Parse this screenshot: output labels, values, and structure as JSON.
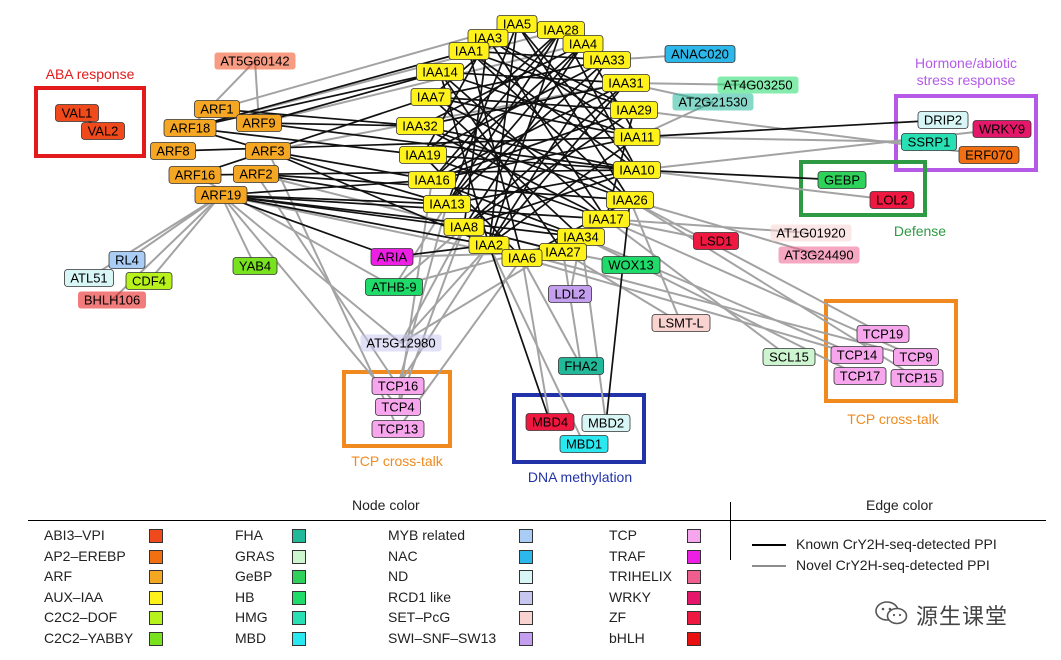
{
  "groups": [
    {
      "id": "aba",
      "label": "ABA response",
      "color": "#e31a1c"
    },
    {
      "id": "hormone",
      "label": "Hormone/abiotic\nstress response",
      "color": "#b55ae6"
    },
    {
      "id": "defense",
      "label": "Defense",
      "color": "#2e9a44"
    },
    {
      "id": "tcp_left",
      "label": "TCP cross-talk",
      "color": "#f08a1e"
    },
    {
      "id": "tcp_right",
      "label": "TCP cross-talk",
      "color": "#f08a1e"
    },
    {
      "id": "dna",
      "label": "DNA methylation",
      "color": "#2233aa"
    }
  ],
  "families": [
    {
      "key": "ABI3",
      "name": "ABI3–VPI",
      "color": "#f04a1c"
    },
    {
      "key": "AP2",
      "name": "AP2–EREBP",
      "color": "#f27012"
    },
    {
      "key": "ARF",
      "name": "ARF",
      "color": "#f5a623"
    },
    {
      "key": "AUX",
      "name": "AUX–IAA",
      "color": "#fff21a"
    },
    {
      "key": "DOF",
      "name": "C2C2–DOF",
      "color": "#b7f21c"
    },
    {
      "key": "YABBY",
      "name": "C2C2–YABBY",
      "color": "#78e21f"
    },
    {
      "key": "FHA",
      "name": "FHA",
      "color": "#22b89a"
    },
    {
      "key": "GRAS",
      "name": "GRAS",
      "color": "#cdf5cf"
    },
    {
      "key": "GeBP",
      "name": "GeBP",
      "color": "#2ed25a"
    },
    {
      "key": "HB",
      "name": "HB",
      "color": "#1fdc6a"
    },
    {
      "key": "HMG",
      "name": "HMG",
      "color": "#28e0b4"
    },
    {
      "key": "MBD",
      "name": "MBD",
      "color": "#2ae8f0"
    },
    {
      "key": "MYB",
      "name": "MYB related",
      "color": "#a9cdf5"
    },
    {
      "key": "NAC",
      "name": "NAC",
      "color": "#2cb8ea"
    },
    {
      "key": "ND",
      "name": "ND",
      "color": "#d9f6f6"
    },
    {
      "key": "RCD1",
      "name": "RCD1 like",
      "color": "#c7c6ee"
    },
    {
      "key": "SET",
      "name": "SET–PcG",
      "color": "#f8d3cf"
    },
    {
      "key": "SWI",
      "name": "SWI–SNF–SW13",
      "color": "#c49ff0"
    },
    {
      "key": "TCP",
      "name": "TCP",
      "color": "#f7a5ec"
    },
    {
      "key": "TRAF",
      "name": "TRAF",
      "color": "#ee1fe4"
    },
    {
      "key": "TRIHELIX",
      "name": "TRIHELIX",
      "color": "#ee5f90"
    },
    {
      "key": "WRKY",
      "name": "WRKY",
      "color": "#e5176b"
    },
    {
      "key": "ZF",
      "name": "ZF",
      "color": "#ef1840"
    },
    {
      "key": "bHLH",
      "name": "bHLH",
      "color": "#e8110f"
    }
  ],
  "nodes": [
    {
      "id": "IAA5",
      "fam": "AUX"
    },
    {
      "id": "IAA3",
      "fam": "AUX"
    },
    {
      "id": "IAA28",
      "fam": "AUX"
    },
    {
      "id": "IAA1",
      "fam": "AUX"
    },
    {
      "id": "IAA4",
      "fam": "AUX"
    },
    {
      "id": "IAA33",
      "fam": "AUX"
    },
    {
      "id": "IAA14",
      "fam": "AUX"
    },
    {
      "id": "IAA31",
      "fam": "AUX"
    },
    {
      "id": "IAA7",
      "fam": "AUX"
    },
    {
      "id": "IAA29",
      "fam": "AUX"
    },
    {
      "id": "IAA32",
      "fam": "AUX"
    },
    {
      "id": "IAA11",
      "fam": "AUX"
    },
    {
      "id": "IAA19",
      "fam": "AUX"
    },
    {
      "id": "IAA10",
      "fam": "AUX"
    },
    {
      "id": "IAA16",
      "fam": "AUX"
    },
    {
      "id": "IAA26",
      "fam": "AUX"
    },
    {
      "id": "IAA13",
      "fam": "AUX"
    },
    {
      "id": "IAA17",
      "fam": "AUX"
    },
    {
      "id": "IAA8",
      "fam": "AUX"
    },
    {
      "id": "IAA34",
      "fam": "AUX"
    },
    {
      "id": "IAA2",
      "fam": "AUX"
    },
    {
      "id": "IAA27",
      "fam": "AUX"
    },
    {
      "id": "IAA6",
      "fam": "AUX"
    },
    {
      "id": "ARF1",
      "fam": "ARF"
    },
    {
      "id": "ARF18",
      "fam": "ARF"
    },
    {
      "id": "ARF9",
      "fam": "ARF"
    },
    {
      "id": "ARF8",
      "fam": "ARF"
    },
    {
      "id": "ARF3",
      "fam": "ARF"
    },
    {
      "id": "ARF16",
      "fam": "ARF"
    },
    {
      "id": "ARF2",
      "fam": "ARF"
    },
    {
      "id": "ARF19",
      "fam": "ARF"
    },
    {
      "id": "VAL1",
      "fam": "ABI3"
    },
    {
      "id": "VAL2",
      "fam": "ABI3"
    },
    {
      "id": "AT5G60142",
      "fam": "ABI3"
    },
    {
      "id": "ANAC020",
      "fam": "NAC"
    },
    {
      "id": "AT4G03250",
      "fam": "HB"
    },
    {
      "id": "AT2G21530",
      "fam": "FHA"
    },
    {
      "id": "DRIP2",
      "fam": "ND"
    },
    {
      "id": "WRKY9",
      "fam": "WRKY"
    },
    {
      "id": "SSRP1",
      "fam": "HMG"
    },
    {
      "id": "ERF070",
      "fam": "AP2"
    },
    {
      "id": "GEBP",
      "fam": "GeBP"
    },
    {
      "id": "LOL2",
      "fam": "ZF"
    },
    {
      "id": "LSD1",
      "fam": "ZF"
    },
    {
      "id": "AT1G01920",
      "fam": "SET"
    },
    {
      "id": "AT3G24490",
      "fam": "TRIHELIX"
    },
    {
      "id": "WOX13",
      "fam": "HB"
    },
    {
      "id": "LDL2",
      "fam": "SWI"
    },
    {
      "id": "LSMT-L",
      "fam": "SET"
    },
    {
      "id": "RL4",
      "fam": "MYB"
    },
    {
      "id": "ATL51",
      "fam": "ND"
    },
    {
      "id": "CDF4",
      "fam": "DOF"
    },
    {
      "id": "BHLH106",
      "fam": "bHLH"
    },
    {
      "id": "YAB4",
      "fam": "YABBY"
    },
    {
      "id": "ARIA",
      "fam": "TRAF"
    },
    {
      "id": "ATHB-9",
      "fam": "HB"
    },
    {
      "id": "AT5G12980",
      "fam": "RCD1"
    },
    {
      "id": "TCP16",
      "fam": "TCP"
    },
    {
      "id": "TCP4",
      "fam": "TCP"
    },
    {
      "id": "TCP13",
      "fam": "TCP"
    },
    {
      "id": "FHA2",
      "fam": "FHA"
    },
    {
      "id": "MBD4",
      "fam": "ZF"
    },
    {
      "id": "MBD2",
      "fam": "ND"
    },
    {
      "id": "MBD1",
      "fam": "MBD"
    },
    {
      "id": "SCL15",
      "fam": "GRAS"
    },
    {
      "id": "TCP19",
      "fam": "TCP"
    },
    {
      "id": "TCP14",
      "fam": "TCP"
    },
    {
      "id": "TCP9",
      "fam": "TCP"
    },
    {
      "id": "TCP17",
      "fam": "TCP"
    },
    {
      "id": "TCP15",
      "fam": "TCP"
    }
  ],
  "known_edges": [
    [
      "VAL1",
      "VAL2"
    ],
    [
      "ARF18",
      "IAA14"
    ],
    [
      "ARF18",
      "IAA1"
    ],
    [
      "ARF18",
      "IAA19"
    ],
    [
      "ARF9",
      "IAA32"
    ],
    [
      "ARF9",
      "IAA14"
    ],
    [
      "ARF9",
      "IAA10"
    ],
    [
      "ARF3",
      "IAA16"
    ],
    [
      "ARF2",
      "IAA13"
    ],
    [
      "ARF19",
      "IAA8"
    ],
    [
      "ARF19",
      "IAA2"
    ],
    [
      "ARF19",
      "IAA16"
    ],
    [
      "ARF19",
      "IAA13"
    ],
    [
      "ARF16",
      "IAA7"
    ],
    [
      "ARF8",
      "IAA11"
    ],
    [
      "ARF1",
      "IAA32"
    ],
    [
      "ARF19",
      "IAA17"
    ],
    [
      "ARF2",
      "IAA26"
    ],
    [
      "ARF16",
      "IAA10"
    ],
    [
      "ARF19",
      "IAA34"
    ],
    [
      "ARF3",
      "IAA2"
    ],
    [
      "ARF18",
      "IAA13"
    ],
    [
      "IAA11",
      "DRIP2"
    ],
    [
      "IAA10",
      "GEBP"
    ],
    [
      "IAA2",
      "ARIA"
    ],
    [
      "ARF19",
      "ARIA"
    ],
    [
      "IAA2",
      "MBD4"
    ],
    [
      "IAA26",
      "MBD2"
    ],
    [
      "IAA5",
      "IAA2"
    ],
    [
      "IAA3",
      "IAA8"
    ],
    [
      "IAA28",
      "IAA13"
    ],
    [
      "IAA1",
      "IAA10"
    ],
    [
      "IAA4",
      "IAA16"
    ],
    [
      "IAA33",
      "IAA19"
    ],
    [
      "IAA14",
      "IAA11"
    ],
    [
      "IAA31",
      "IAA32"
    ],
    [
      "IAA7",
      "IAA29"
    ],
    [
      "IAA29",
      "IAA16"
    ],
    [
      "IAA32",
      "IAA26"
    ],
    [
      "IAA19",
      "IAA17"
    ],
    [
      "IAA16",
      "IAA11"
    ],
    [
      "IAA13",
      "IAA10"
    ],
    [
      "IAA8",
      "IAA31"
    ],
    [
      "IAA2",
      "IAA33"
    ],
    [
      "IAA27",
      "IAA14"
    ],
    [
      "IAA6",
      "IAA1"
    ],
    [
      "IAA34",
      "IAA7"
    ],
    [
      "IAA17",
      "IAA3"
    ],
    [
      "IAA26",
      "IAA5"
    ],
    [
      "IAA10",
      "IAA28"
    ],
    [
      "IAA11",
      "IAA4"
    ],
    [
      "IAA5",
      "IAA13"
    ],
    [
      "IAA3",
      "IAA29"
    ],
    [
      "IAA28",
      "IAA19"
    ],
    [
      "IAA1",
      "IAA26"
    ],
    [
      "IAA4",
      "IAA8"
    ],
    [
      "IAA33",
      "IAA7"
    ],
    [
      "IAA14",
      "IAA2"
    ],
    [
      "IAA31",
      "IAA16"
    ],
    [
      "IAA7",
      "IAA11"
    ],
    [
      "IAA19",
      "IAA10"
    ],
    [
      "IAA32",
      "IAA17"
    ],
    [
      "IAA13",
      "IAA34"
    ],
    [
      "IAA8",
      "IAA27"
    ],
    [
      "IAA5",
      "IAA10"
    ],
    [
      "IAA1",
      "IAA29"
    ],
    [
      "IAA28",
      "IAA2"
    ],
    [
      "IAA3",
      "IAA11"
    ],
    [
      "IAA14",
      "IAA31"
    ],
    [
      "IAA33",
      "IAA13"
    ],
    [
      "IAA4",
      "IAA32"
    ],
    [
      "IAA7",
      "IAA26"
    ],
    [
      "IAA19",
      "IAA6"
    ],
    [
      "IAA16",
      "IAA34"
    ],
    [
      "IAA17",
      "IAA29"
    ],
    [
      "IAA5",
      "IAA7"
    ],
    [
      "IAA28",
      "IAA16"
    ],
    [
      "IAA3",
      "IAA19"
    ],
    [
      "IAA1",
      "IAA33"
    ],
    [
      "IAA4",
      "IAA13"
    ],
    [
      "IAA14",
      "IAA17"
    ],
    [
      "IAA31",
      "IAA2"
    ],
    [
      "IAA29",
      "IAA8"
    ],
    [
      "IAA11",
      "IAA2"
    ],
    [
      "IAA10",
      "IAA8"
    ],
    [
      "IAA26",
      "IAA6"
    ],
    [
      "IAA32",
      "IAA10"
    ]
  ],
  "novel_edges": [
    [
      "ARF18",
      "AT5G60142"
    ],
    [
      "ARF9",
      "AT5G60142"
    ],
    [
      "ARF19",
      "RL4"
    ],
    [
      "ARF19",
      "CDF4"
    ],
    [
      "ARF19",
      "ATL51"
    ],
    [
      "ARF19",
      "BHLH106"
    ],
    [
      "ARF19",
      "YAB4"
    ],
    [
      "ARF16",
      "ATHB-9"
    ],
    [
      "ARF19",
      "AT5G12980"
    ],
    [
      "ARF2",
      "TCP16"
    ],
    [
      "ARF19",
      "TCP4"
    ],
    [
      "ARF3",
      "TCP13"
    ],
    [
      "IAA2",
      "TCP16"
    ],
    [
      "IAA8",
      "TCP4"
    ],
    [
      "IAA6",
      "TCP13"
    ],
    [
      "IAA2",
      "AT5G12980"
    ],
    [
      "IAA13",
      "ATHB-9"
    ],
    [
      "IAA8",
      "ATHB-9"
    ],
    [
      "IAA27",
      "FHA2"
    ],
    [
      "IAA6",
      "FHA2"
    ],
    [
      "IAA34",
      "MBD2"
    ],
    [
      "IAA2",
      "MBD1"
    ],
    [
      "IAA27",
      "WOX13"
    ],
    [
      "IAA34",
      "LDL2"
    ],
    [
      "IAA26",
      "LSMT-L"
    ],
    [
      "IAA17",
      "LSD1"
    ],
    [
      "IAA17",
      "AT1G01920"
    ],
    [
      "IAA26",
      "AT3G24490"
    ],
    [
      "IAA10",
      "LOL2"
    ],
    [
      "IAA11",
      "SSRP1"
    ],
    [
      "IAA10",
      "WRKY9"
    ],
    [
      "IAA29",
      "ERF070"
    ],
    [
      "IAA31",
      "AT2G21530"
    ],
    [
      "IAA33",
      "ANAC020"
    ],
    [
      "IAA31",
      "AT4G03250"
    ],
    [
      "IAA11",
      "AT2G21530"
    ],
    [
      "IAA17",
      "SCL15"
    ],
    [
      "IAA26",
      "TCP19"
    ],
    [
      "IAA34",
      "TCP14"
    ],
    [
      "IAA17",
      "TCP9"
    ],
    [
      "IAA34",
      "TCP17"
    ],
    [
      "IAA26",
      "TCP15"
    ],
    [
      "IAA2",
      "TCP9"
    ],
    [
      "IAA6",
      "TCP14"
    ],
    [
      "ARF1",
      "IAA5"
    ],
    [
      "ARF18",
      "IAA28"
    ],
    [
      "ARF9",
      "IAA4"
    ],
    [
      "ARF3",
      "IAA31"
    ],
    [
      "AT5G12980",
      "IAA17"
    ],
    [
      "ATHB-9",
      "IAA34"
    ],
    [
      "ARIA",
      "IAA27"
    ],
    [
      "IAA6",
      "MBD4"
    ],
    [
      "IAA8",
      "AT5G12980"
    ],
    [
      "ARF19",
      "IAA6"
    ],
    [
      "ARF2",
      "IAA27"
    ],
    [
      "IAA13",
      "TCP16"
    ],
    [
      "IAA16",
      "TCP4"
    ],
    [
      "IAA27",
      "LSMT-L"
    ]
  ],
  "legend": {
    "node_color_title": "Node color",
    "edge_color_title": "Edge color",
    "edges": [
      {
        "name": "Known CrY2H-seq-detected PPI",
        "color": "#000000"
      },
      {
        "name": "Novel CrY2H-seq-detected PPI",
        "color": "#8c8c8c"
      }
    ]
  },
  "watermark": {
    "icon": "wechat-icon",
    "text": "源生课堂"
  }
}
